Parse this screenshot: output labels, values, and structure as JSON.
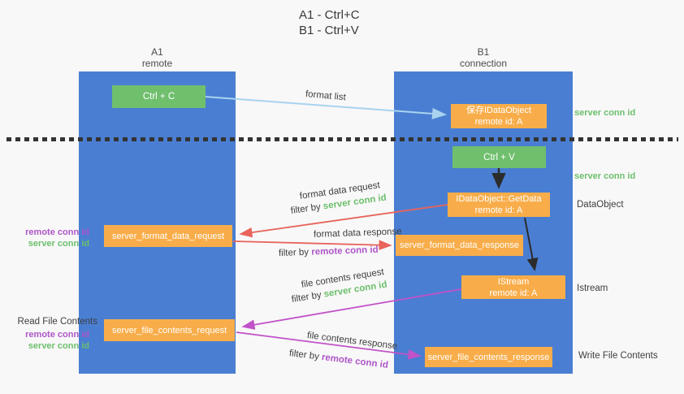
{
  "title": {
    "line1": "A1 - Ctrl+C",
    "line2": "B1 - Ctrl+V"
  },
  "lifelines": {
    "left": {
      "name": "A1",
      "role": "remote"
    },
    "right": {
      "name": "B1",
      "role": "connection"
    }
  },
  "nodes": {
    "ctrl_c": {
      "label": "Ctrl + C"
    },
    "save_idataobject": {
      "line1": "保存IDataObject",
      "line2": "remote id: A"
    },
    "ctrl_v": {
      "label": "Ctrl + V"
    },
    "idataobject_getdata": {
      "line1": "IDataObject::GetData",
      "line2": "remote id: A"
    },
    "server_format_data_request": {
      "label": "server_format_data_request"
    },
    "server_format_data_response": {
      "label": "server_format_data_response"
    },
    "istream": {
      "line1": "IStream",
      "line2": "remote id: A"
    },
    "server_file_contents_request": {
      "label": "server_file_contents_request"
    },
    "server_file_contents_response": {
      "label": "server_file_contents_response"
    }
  },
  "flows": {
    "format_list": {
      "label": "format list"
    },
    "format_data_request": {
      "label": "format data request",
      "filter_prefix": "filter by ",
      "filter_key": "server conn id"
    },
    "format_data_response": {
      "label": "format data response",
      "filter_prefix": "filter by ",
      "filter_key": "remote conn id"
    },
    "file_contents_request": {
      "label": "file contents request",
      "filter_prefix": "filter by ",
      "filter_key": "server conn id"
    },
    "file_contents_response": {
      "label": "file contents response",
      "filter_prefix": "filter by ",
      "filter_key": "remote conn id"
    }
  },
  "annotations": {
    "server_conn_id_right_top": "server conn id",
    "server_conn_id_right_mid": "server conn id",
    "dataobject": "DataObject",
    "istream": "Istream",
    "write_file_contents": "Write File Contents",
    "read_file_contents": "Read File Contents",
    "remote_conn_id_left_top": "remote conn id",
    "server_conn_id_left_top": "server conn id",
    "remote_conn_id_left_bottom": "remote conn id",
    "server_conn_id_left_bottom": "server conn id"
  },
  "colors": {
    "lifeline_blue": "#4a7ed2",
    "action_green": "#6fbf6d",
    "message_orange": "#f8ad4a",
    "arrow_light_blue": "#a9d3ef",
    "arrow_red": "#e8645c",
    "arrow_magenta": "#c152c8",
    "arrow_black": "#2b2b2b",
    "label_green": "#6cbf6c",
    "label_purple": "#ae56c8"
  }
}
